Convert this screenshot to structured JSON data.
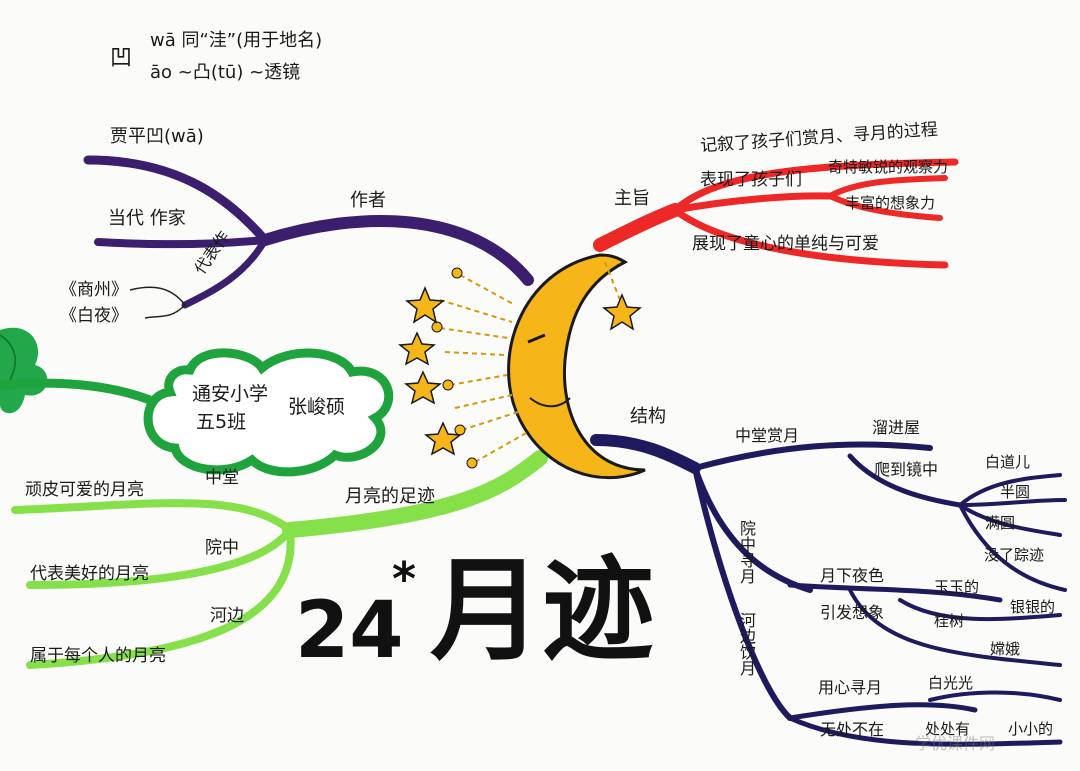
{
  "title": {
    "number": "24",
    "mark": "*",
    "name": "月迹"
  },
  "pronunciation": {
    "char": "凹",
    "line1": "wā  同“洼”(用于地名)",
    "line2": "āo  ~凸(tū)  ~透镜"
  },
  "author_branch": {
    "label": "作者",
    "name": "贾平凹(wā)",
    "role": "当代 作家",
    "works_label": "代表作",
    "works": [
      "《商州》",
      "《白夜》"
    ]
  },
  "theme_branch": {
    "label": "主旨",
    "items": [
      "记叙了孩子们赏月、寻月的过程",
      "表现了孩子们",
      "奇特敏锐的观察力",
      "丰富的想象力",
      "展现了童心的单纯与可爱"
    ]
  },
  "creator": {
    "school": "通安小学",
    "class": "五5班",
    "name": "张峻硕"
  },
  "moon_trace_branch": {
    "label": "月亮的足迹",
    "items": [
      {
        "place": "中堂",
        "desc": "顽皮可爱的月亮"
      },
      {
        "place": "院中",
        "desc": "代表美好的月亮"
      },
      {
        "place": "河边",
        "desc": "属于每个人的月亮"
      }
    ]
  },
  "structure_branch": {
    "label": "结构",
    "sections": [
      {
        "label": "中堂赏月",
        "sub": [
          "溜进屋",
          "爬到镜中"
        ],
        "leaves": [
          "白道儿",
          "半圆",
          "满圆",
          "没了踪迹"
        ]
      },
      {
        "label": "院中寻月",
        "sub": [
          "月下夜色",
          "引发想象"
        ],
        "leaves": [
          "玉玉的",
          "桂树",
          "银银的",
          "嫦娥"
        ]
      },
      {
        "label": "河边饮月",
        "sub": [
          "用心寻月",
          "无处不在"
        ],
        "leaves": [
          "白光光",
          "处处有",
          "小小的"
        ]
      }
    ]
  },
  "watermark": "学优课件网"
}
